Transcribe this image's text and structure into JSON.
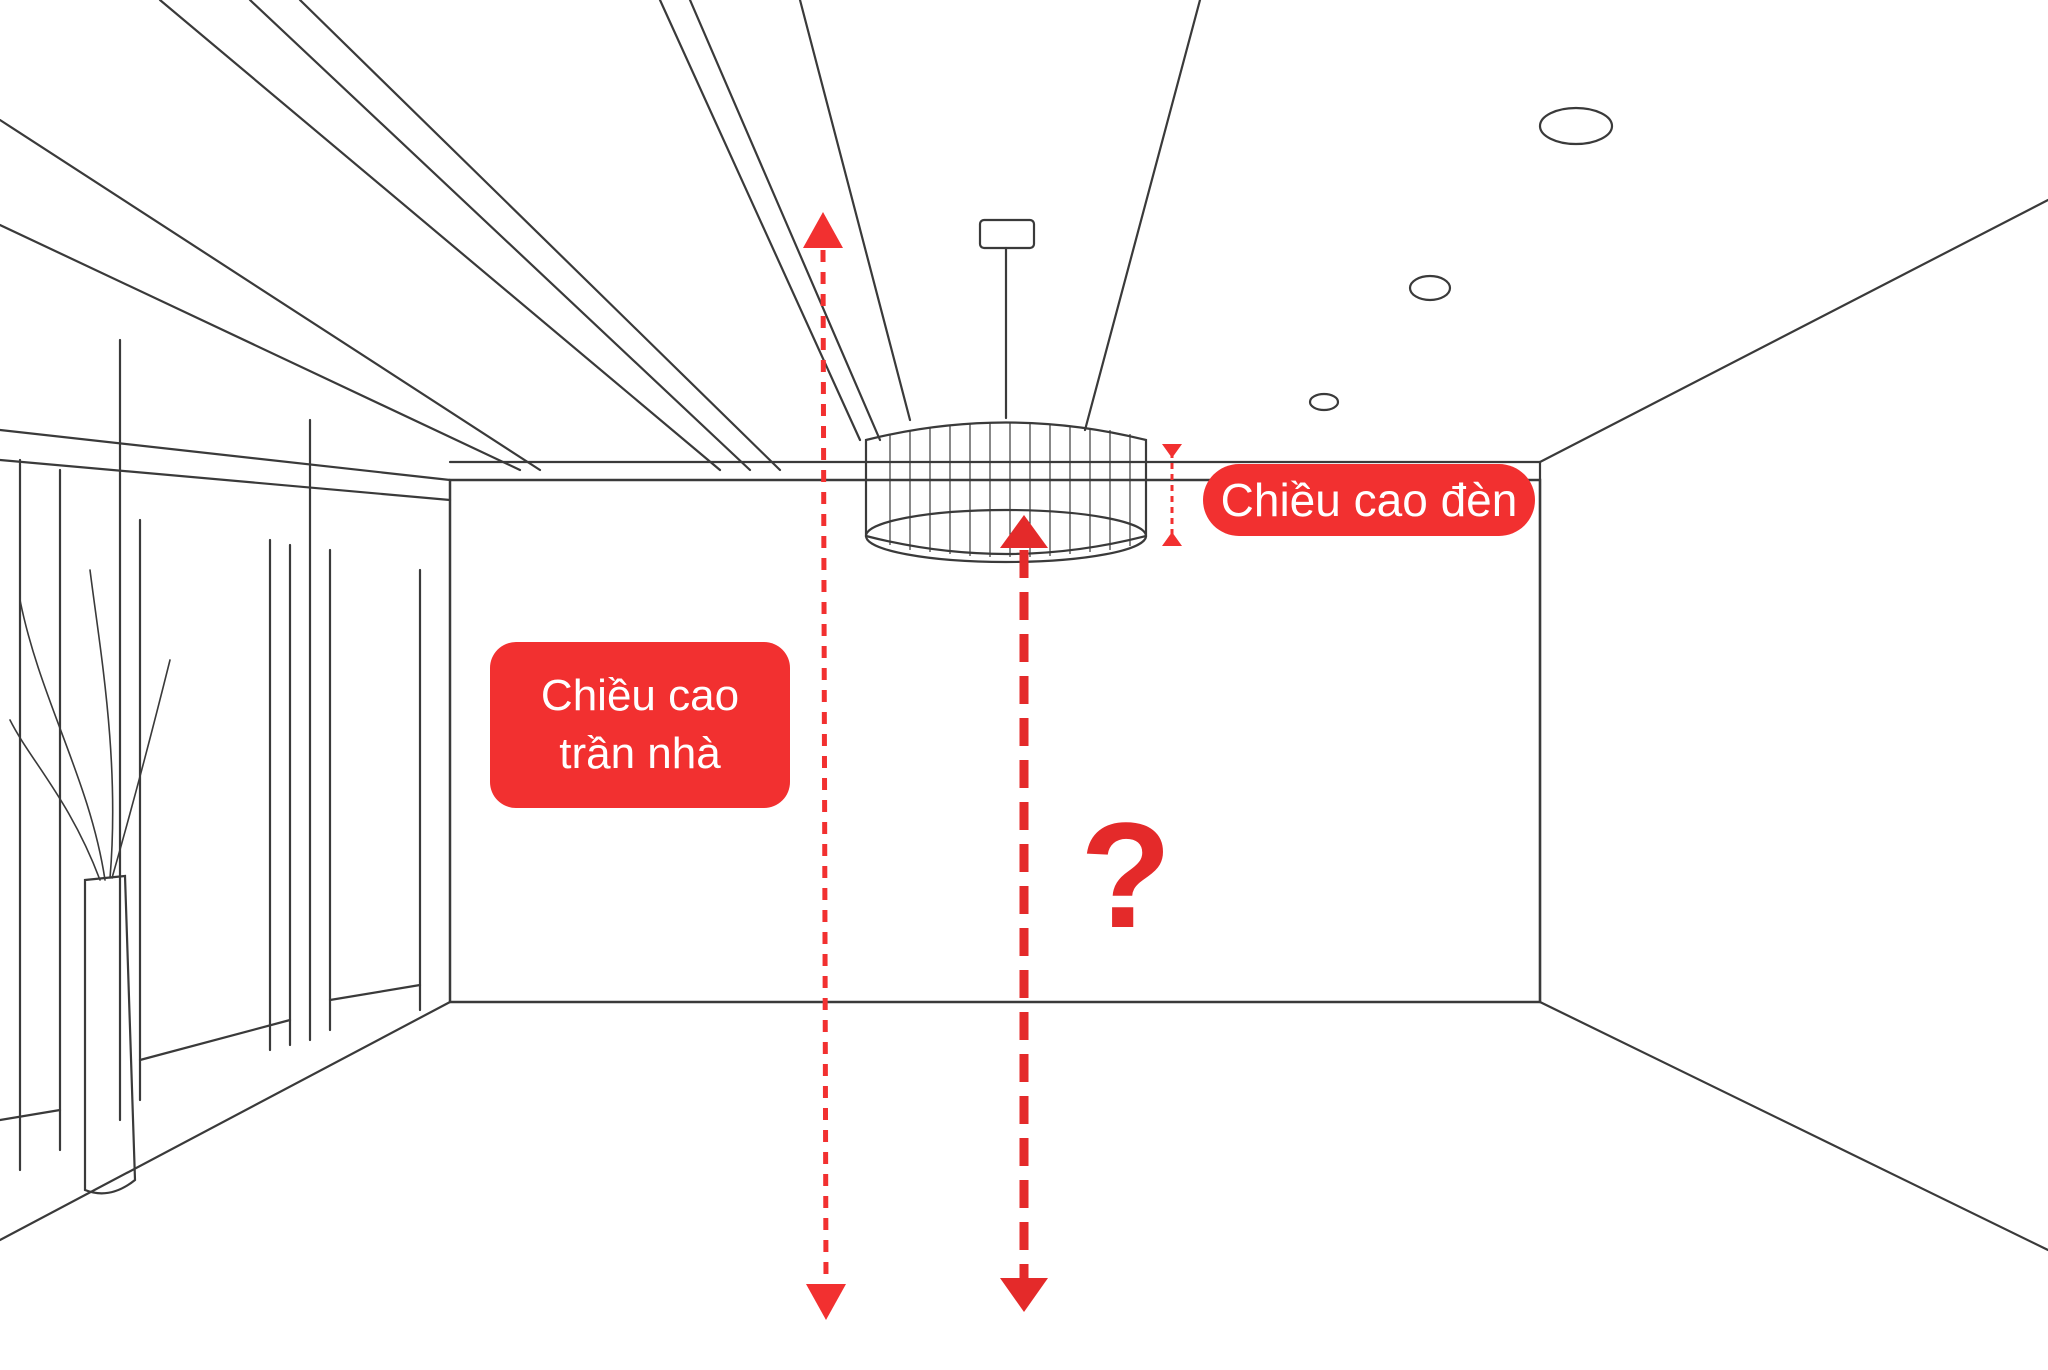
{
  "labels": {
    "lamp_height": "Chiều cao đèn",
    "ceiling_height_line1": "Chiều cao",
    "ceiling_height_line2": "trần nhà",
    "unknown_distance": "?"
  },
  "colors": {
    "annotation_red": "#f23030",
    "sketch_line": "#3a3a3a",
    "background": "#ffffff"
  }
}
